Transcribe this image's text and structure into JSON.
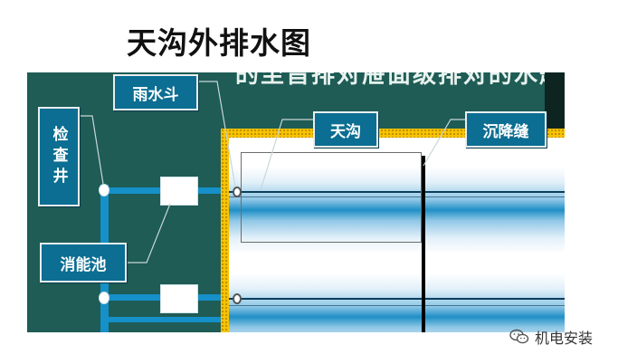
{
  "title": "天沟外排水图",
  "top_text": "的至旨排对屉面级排对的水题。",
  "labels": {
    "rain_hopper": "雨水斗",
    "inspection_well": "检查井",
    "gutter": "天沟",
    "settlement_joint": "沉降缝",
    "energy_dissipation_pool": "消能池"
  },
  "watermark": "机电安装",
  "icons": {
    "watermark": "wechat-icon"
  },
  "colors": {
    "board": "#1e5c55",
    "label_bg": "#0b6e92",
    "pipe": "#1590c9",
    "building_border": "#f6c400"
  }
}
